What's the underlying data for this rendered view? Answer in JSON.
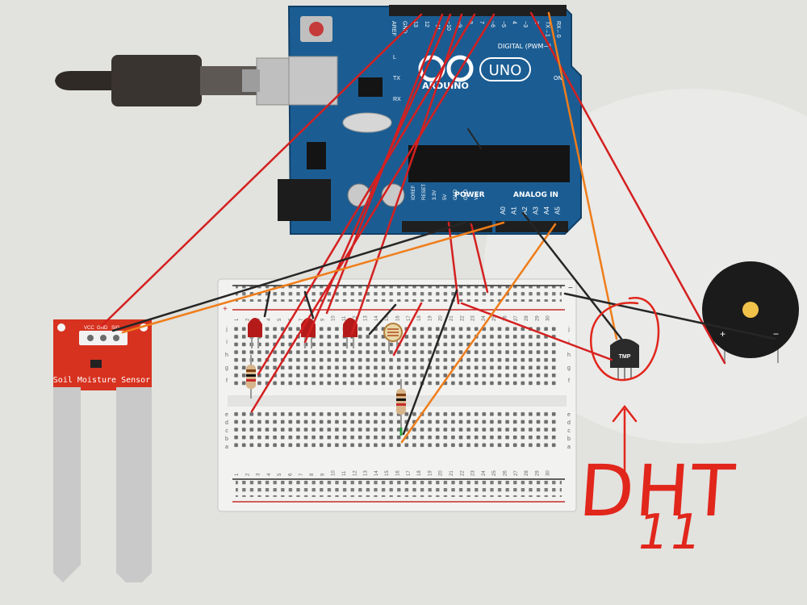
{
  "arduino": {
    "logo_text": "ARDUINO",
    "model": "UNO",
    "on_label": "ON",
    "led_labels": [
      "L",
      "TX",
      "RX"
    ],
    "digital_header": "DIGITAL (PWM~)",
    "digital_pins": [
      "AREF",
      "GND",
      "13",
      "12",
      "~11",
      "~10",
      "~9",
      "8",
      "7",
      "~6",
      "~5",
      "4",
      "~3",
      "2",
      "TX→1",
      "RX←0"
    ],
    "power_header": "POWER",
    "power_pins": [
      "IOREF",
      "RESET",
      "3.3V",
      "5V",
      "GND",
      "GND",
      "Vin"
    ],
    "analog_header": "ANALOG IN",
    "analog_pins": [
      "A0",
      "A1",
      "A2",
      "A3",
      "A4",
      "A5"
    ]
  },
  "soil_sensor": {
    "title": "Soil Moisture Sensor",
    "pins": [
      "VCC",
      "GND",
      "SIG"
    ]
  },
  "temp_sensor": {
    "label": "TMP"
  },
  "buzzer": {
    "plus": "+",
    "minus": "−"
  },
  "breadboard": {
    "columns": [
      "1",
      "2",
      "3",
      "4",
      "5",
      "6",
      "7",
      "8",
      "9",
      "10",
      "11",
      "12",
      "13",
      "14",
      "15",
      "16",
      "17",
      "18",
      "19",
      "20",
      "21",
      "22",
      "23",
      "24",
      "25",
      "26",
      "27",
      "28",
      "29",
      "30"
    ],
    "rows_top": [
      "j",
      "i",
      "h",
      "g",
      "f"
    ],
    "rows_bottom": [
      "e",
      "d",
      "c",
      "b",
      "a"
    ]
  },
  "annotation": {
    "text": "DHT",
    "number": "11"
  },
  "colors": {
    "board": "#1b5d93",
    "wire_red": "#d42020",
    "wire_orange": "#ef7d1a",
    "wire_black": "#262626",
    "sensor_red": "#d7321f",
    "ink": "#e1261c"
  }
}
